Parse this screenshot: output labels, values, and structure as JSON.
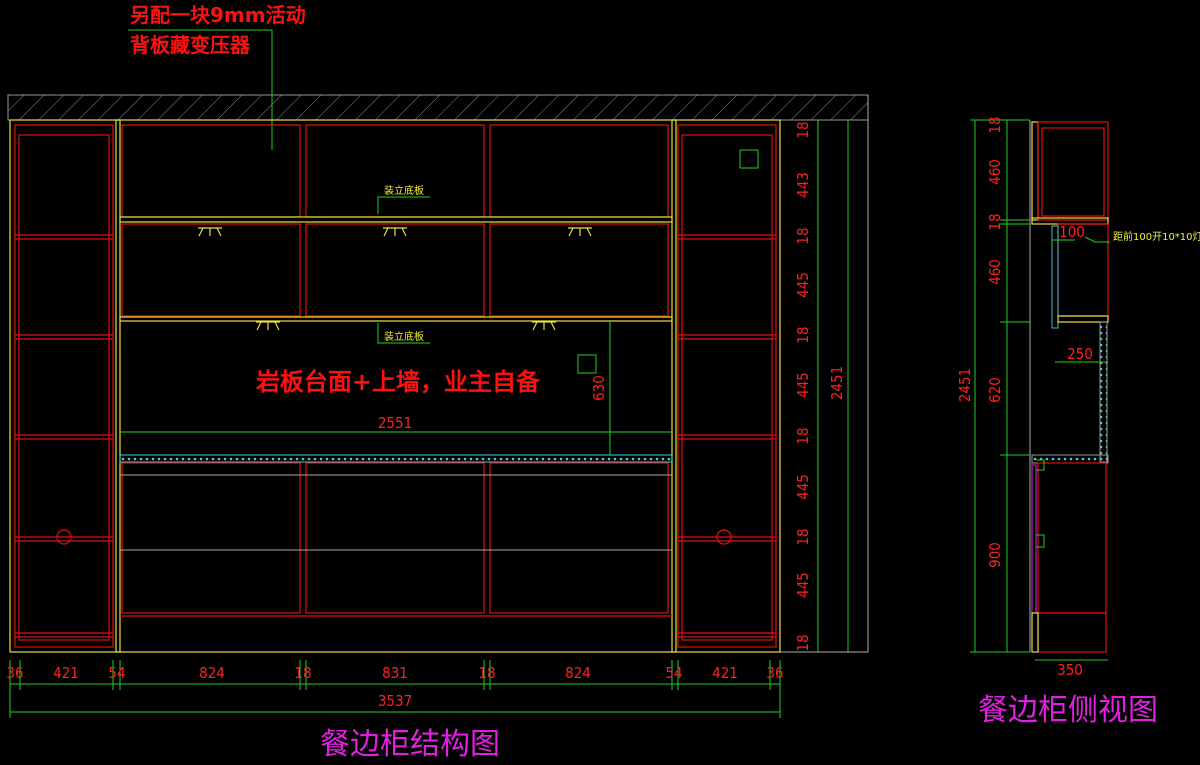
{
  "front_view": {
    "title": "餐边柜结构图",
    "note_line1": "另配一块9mm活动",
    "note_line2": "背板藏变压器",
    "center_note": "岩板台面+上墙，业主自备",
    "base_board_label_1": "装立底板",
    "base_board_label_2": "装立底板",
    "inner_width": "2551",
    "open_height": "630",
    "width_dims": [
      "36",
      "421",
      "54",
      "824",
      "18",
      "831",
      "18",
      "824",
      "54",
      "421",
      "36"
    ],
    "total_width": "3537",
    "height_dims": [
      "18",
      "443",
      "18",
      "445",
      "18",
      "445",
      "18",
      "445",
      "18",
      "445",
      "18"
    ],
    "total_height": "2451"
  },
  "side_view": {
    "title": "餐边柜侧视图",
    "height_dims": [
      "18",
      "460",
      "18",
      "460",
      "620",
      "900"
    ],
    "total_height": "2451",
    "depth_upper": "250",
    "depth_total": "350",
    "groove_offset": "100",
    "groove_note": "距前100开10*10灯槽"
  },
  "colors": {
    "background": "#000000",
    "cabinet": "#e01010",
    "dimension": "#20d020",
    "title": "#e020e0",
    "board": "#e8e040"
  }
}
